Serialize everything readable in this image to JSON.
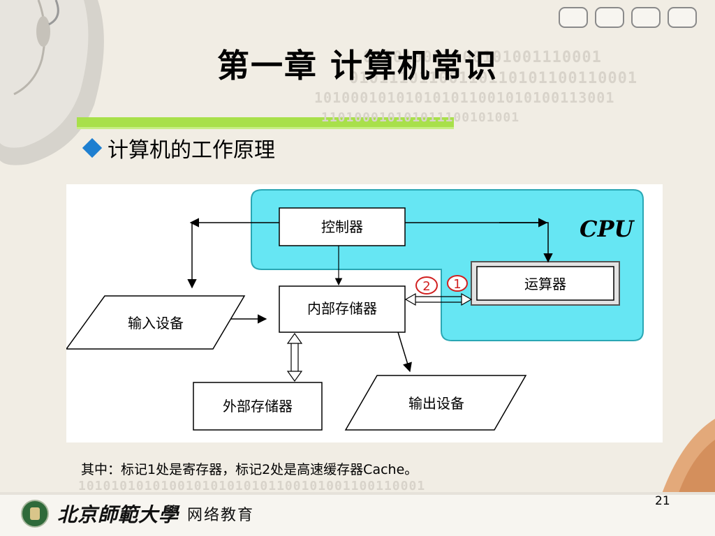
{
  "slide": {
    "title": "第一章 计算机常识",
    "bullet": "计算机的工作原理",
    "footnote": "其中：标记1处是寄存器，标记2处是高速缓存器Cache。",
    "page_number": "21",
    "footer": {
      "logo_text": "北京師範大學",
      "dept_text": "网络教育"
    }
  },
  "background": {
    "binary_lines": [
      "010010011100101001110001",
      "01011101100110110101100110001",
      "101000101010101011001010100113001",
      "110100010101011100101001",
      "101010101010010101010101100101001100110001"
    ]
  },
  "diagram": {
    "cpu_label": "CPU",
    "nodes": {
      "controller": "控制器",
      "alu": "运算器",
      "memory": "内部存储器",
      "input": "输入设备",
      "external": "外部存储器",
      "output": "输出设备"
    },
    "markers": {
      "one": "1",
      "two": "2"
    }
  },
  "colors": {
    "cpu_fill": "#66e6f3",
    "green_bar": "#a8e04a",
    "marker": "#d12020",
    "bullet": "#1e7fd0"
  }
}
